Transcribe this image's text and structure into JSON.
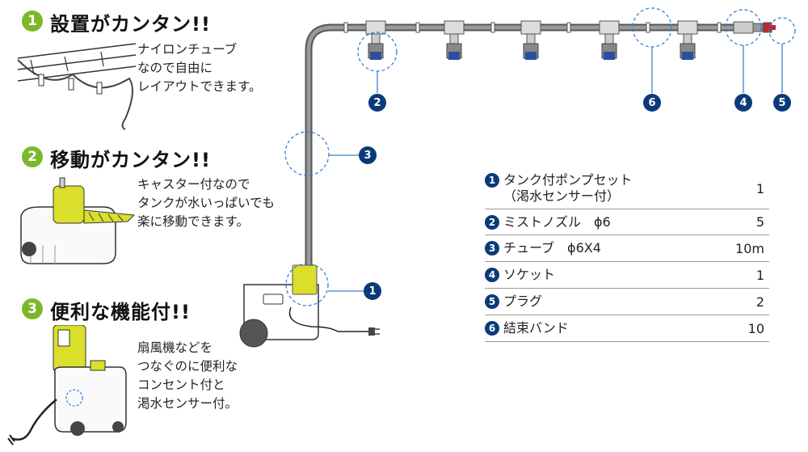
{
  "features": [
    {
      "num": "1",
      "title": "設置がカンタン!!",
      "desc": "ナイロンチューブ\nなので自由に\nレイアウトできます。"
    },
    {
      "num": "2",
      "title": "移動がカンタン!!",
      "desc": "キャスター付なので\nタンクが水いっぱいでも\n楽に移動できます。"
    },
    {
      "num": "3",
      "title": "便利な機能付!!",
      "desc": "扇風機などを\nつなぐのに便利な\nコンセント付と\n渇水センサー付。"
    }
  ],
  "callouts": {
    "c1": "1",
    "c2": "2",
    "c3": "3",
    "c4": "4",
    "c5": "5",
    "c6": "6"
  },
  "parts": [
    {
      "num": "1",
      "name": "タンク付ポンプセット\n（渇水センサー付）",
      "qty": "1"
    },
    {
      "num": "2",
      "name": "ミストノズル　ϕ6",
      "qty": "5"
    },
    {
      "num": "3",
      "name": "チューブ　ϕ6X4",
      "qty": "10m"
    },
    {
      "num": "4",
      "name": "ソケット",
      "qty": "1"
    },
    {
      "num": "5",
      "name": "プラグ",
      "qty": "2"
    },
    {
      "num": "6",
      "name": "結束バンド",
      "qty": "10"
    }
  ]
}
